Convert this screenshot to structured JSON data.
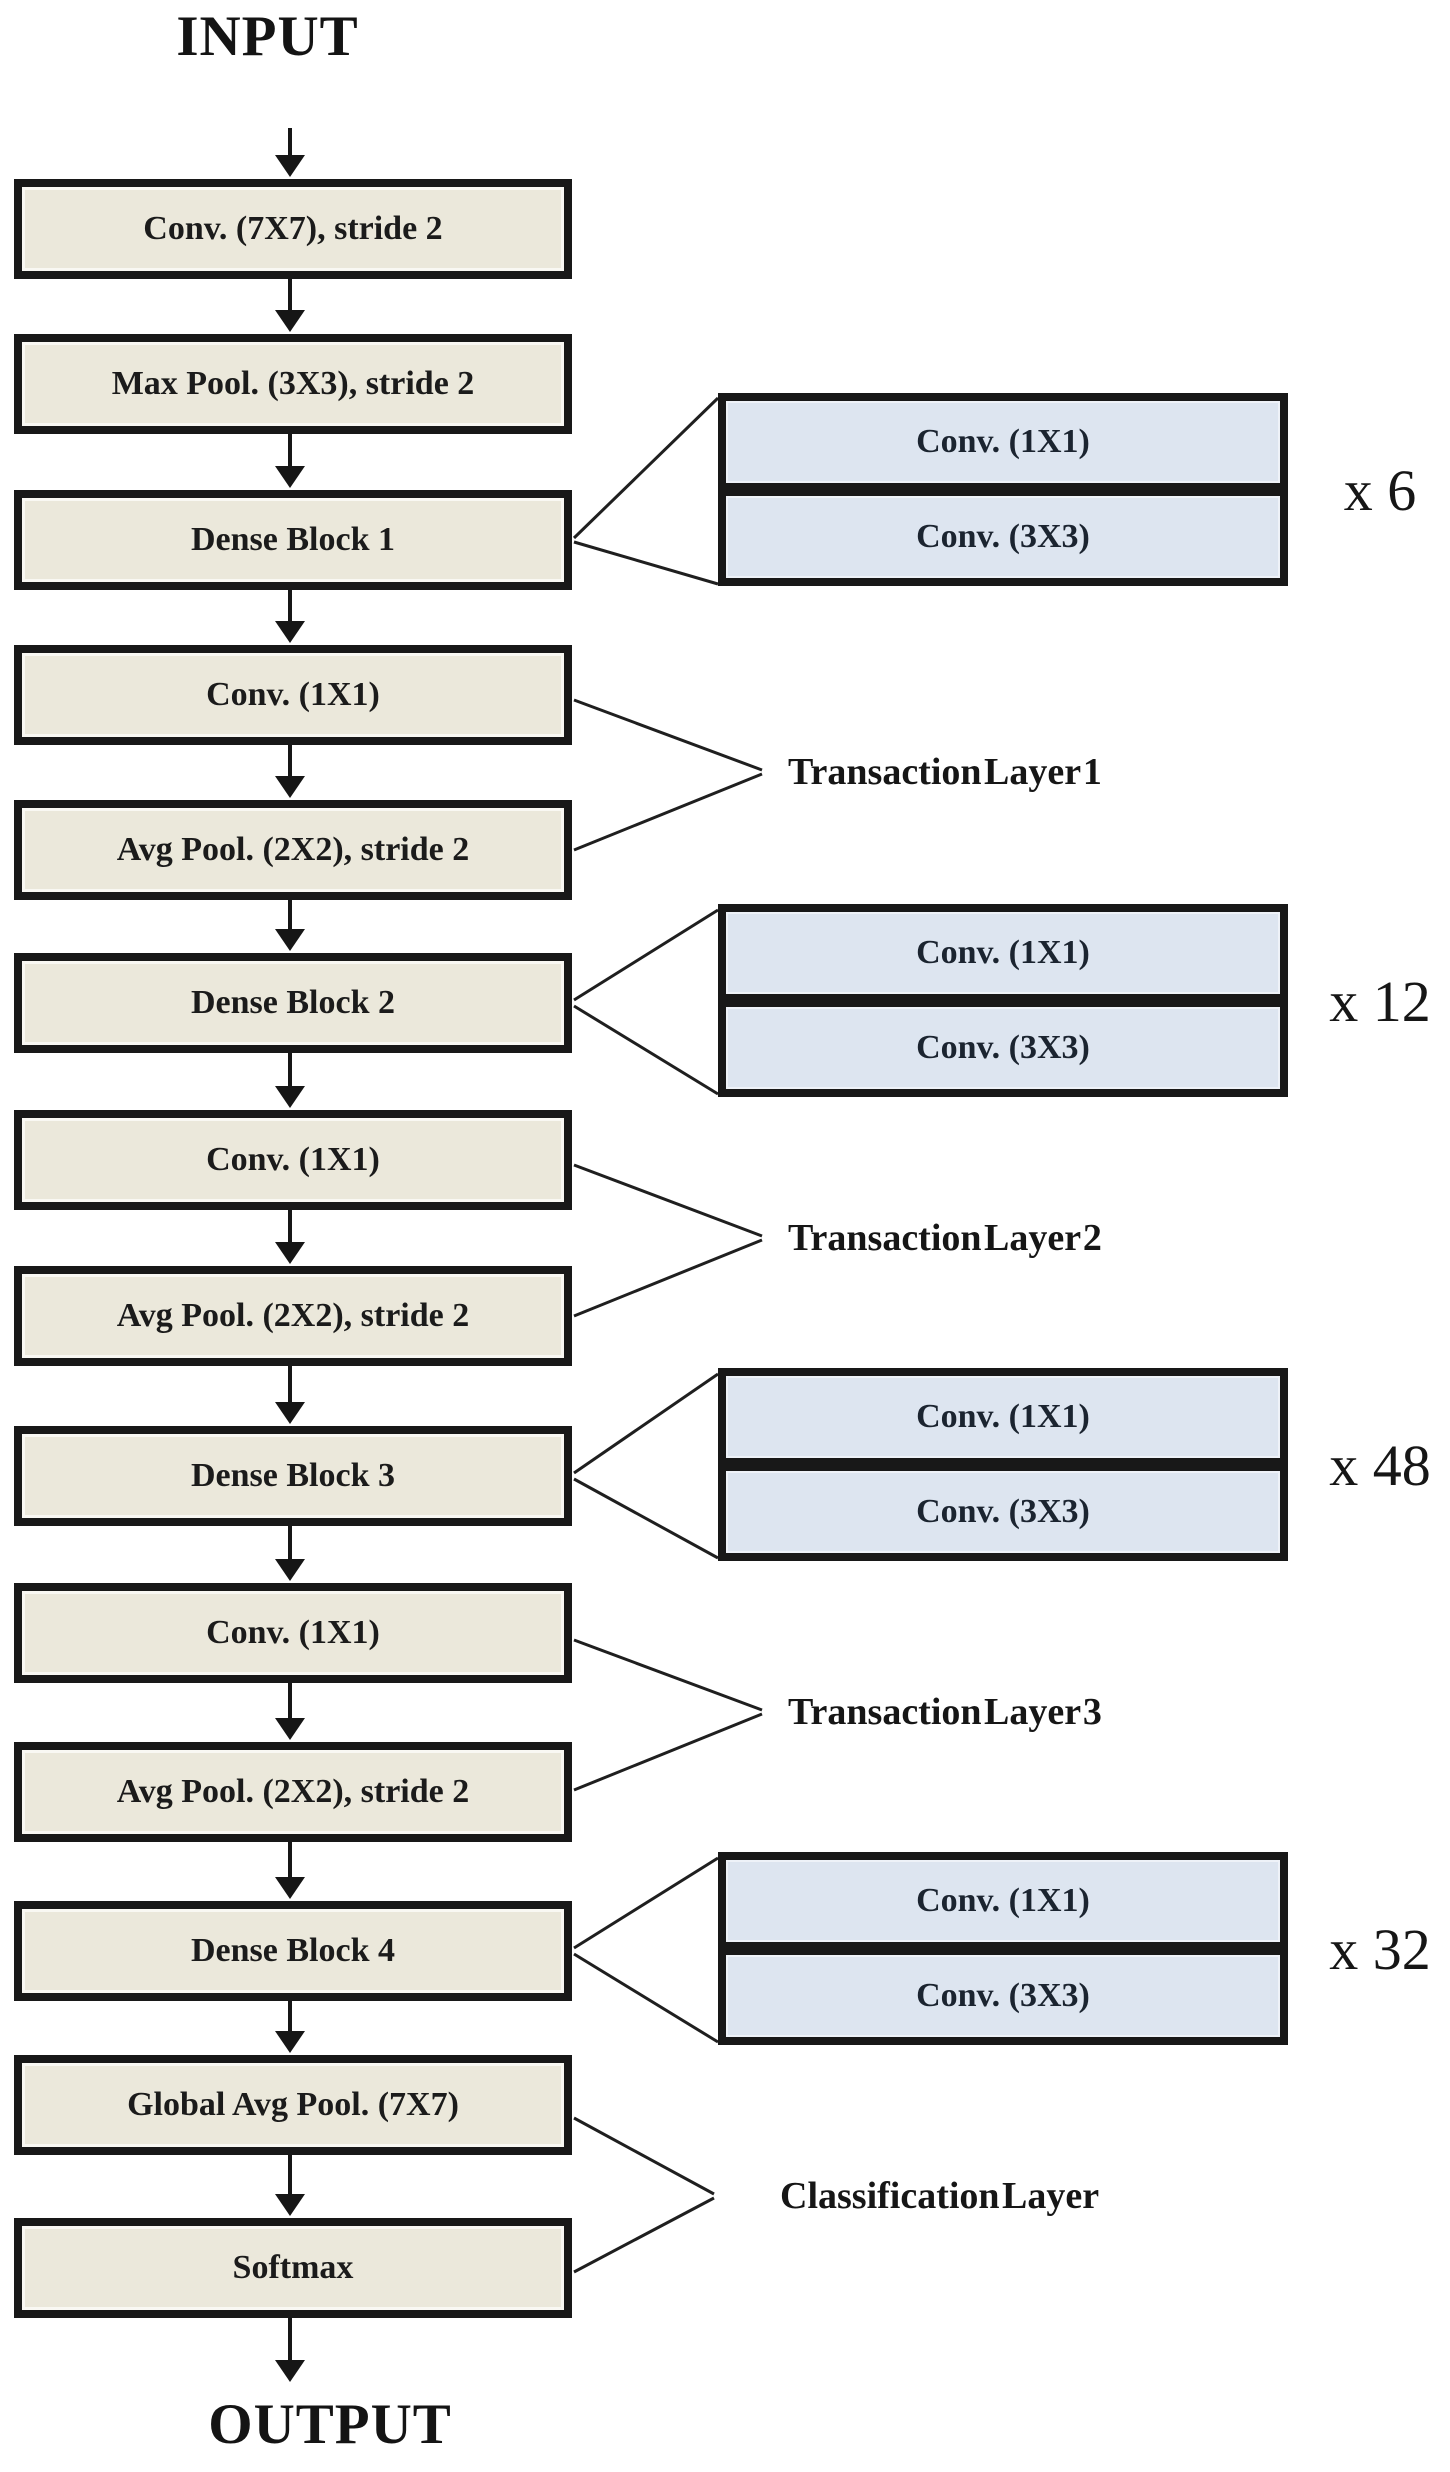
{
  "flow": {
    "input_label": "INPUT",
    "output_label": "OUTPUT",
    "boxes": [
      {
        "label": "Conv. (7X7), stride 2"
      },
      {
        "label": "Max Pool. (3X3), stride 2"
      },
      {
        "label": "Dense Block 1"
      },
      {
        "label": "Conv. (1X1)"
      },
      {
        "label": "Avg Pool. (2X2), stride 2"
      },
      {
        "label": "Dense Block 2"
      },
      {
        "label": "Conv. (1X1)"
      },
      {
        "label": "Avg Pool. (2X2), stride 2"
      },
      {
        "label": "Dense Block 3"
      },
      {
        "label": "Conv. (1X1)"
      },
      {
        "label": "Avg Pool. (2X2), stride 2"
      },
      {
        "label": "Dense Block 4"
      },
      {
        "label": "Global Avg Pool. (7X7)"
      },
      {
        "label": "Softmax"
      }
    ]
  },
  "dense_block_details": [
    {
      "conv1": "Conv. (1X1)",
      "conv2": "Conv. (3X3)",
      "repeat": "x 6"
    },
    {
      "conv1": "Conv. (1X1)",
      "conv2": "Conv. (3X3)",
      "repeat": "x 12"
    },
    {
      "conv1": "Conv. (1X1)",
      "conv2": "Conv. (3X3)",
      "repeat": "x 48"
    },
    {
      "conv1": "Conv. (1X1)",
      "conv2": "Conv. (3X3)",
      "repeat": "x 32"
    }
  ],
  "annotations": [
    {
      "label": "Transaction Layer 1"
    },
    {
      "label": "Transaction Layer 2"
    },
    {
      "label": "Transaction Layer 3"
    },
    {
      "label": "Classification Layer"
    }
  ],
  "colors": {
    "main_box_fill": "#ebe8db",
    "detail_box_fill": "#dde5f0",
    "border": "#181818",
    "background": "#ffffff",
    "text": "#1b1b1b"
  }
}
